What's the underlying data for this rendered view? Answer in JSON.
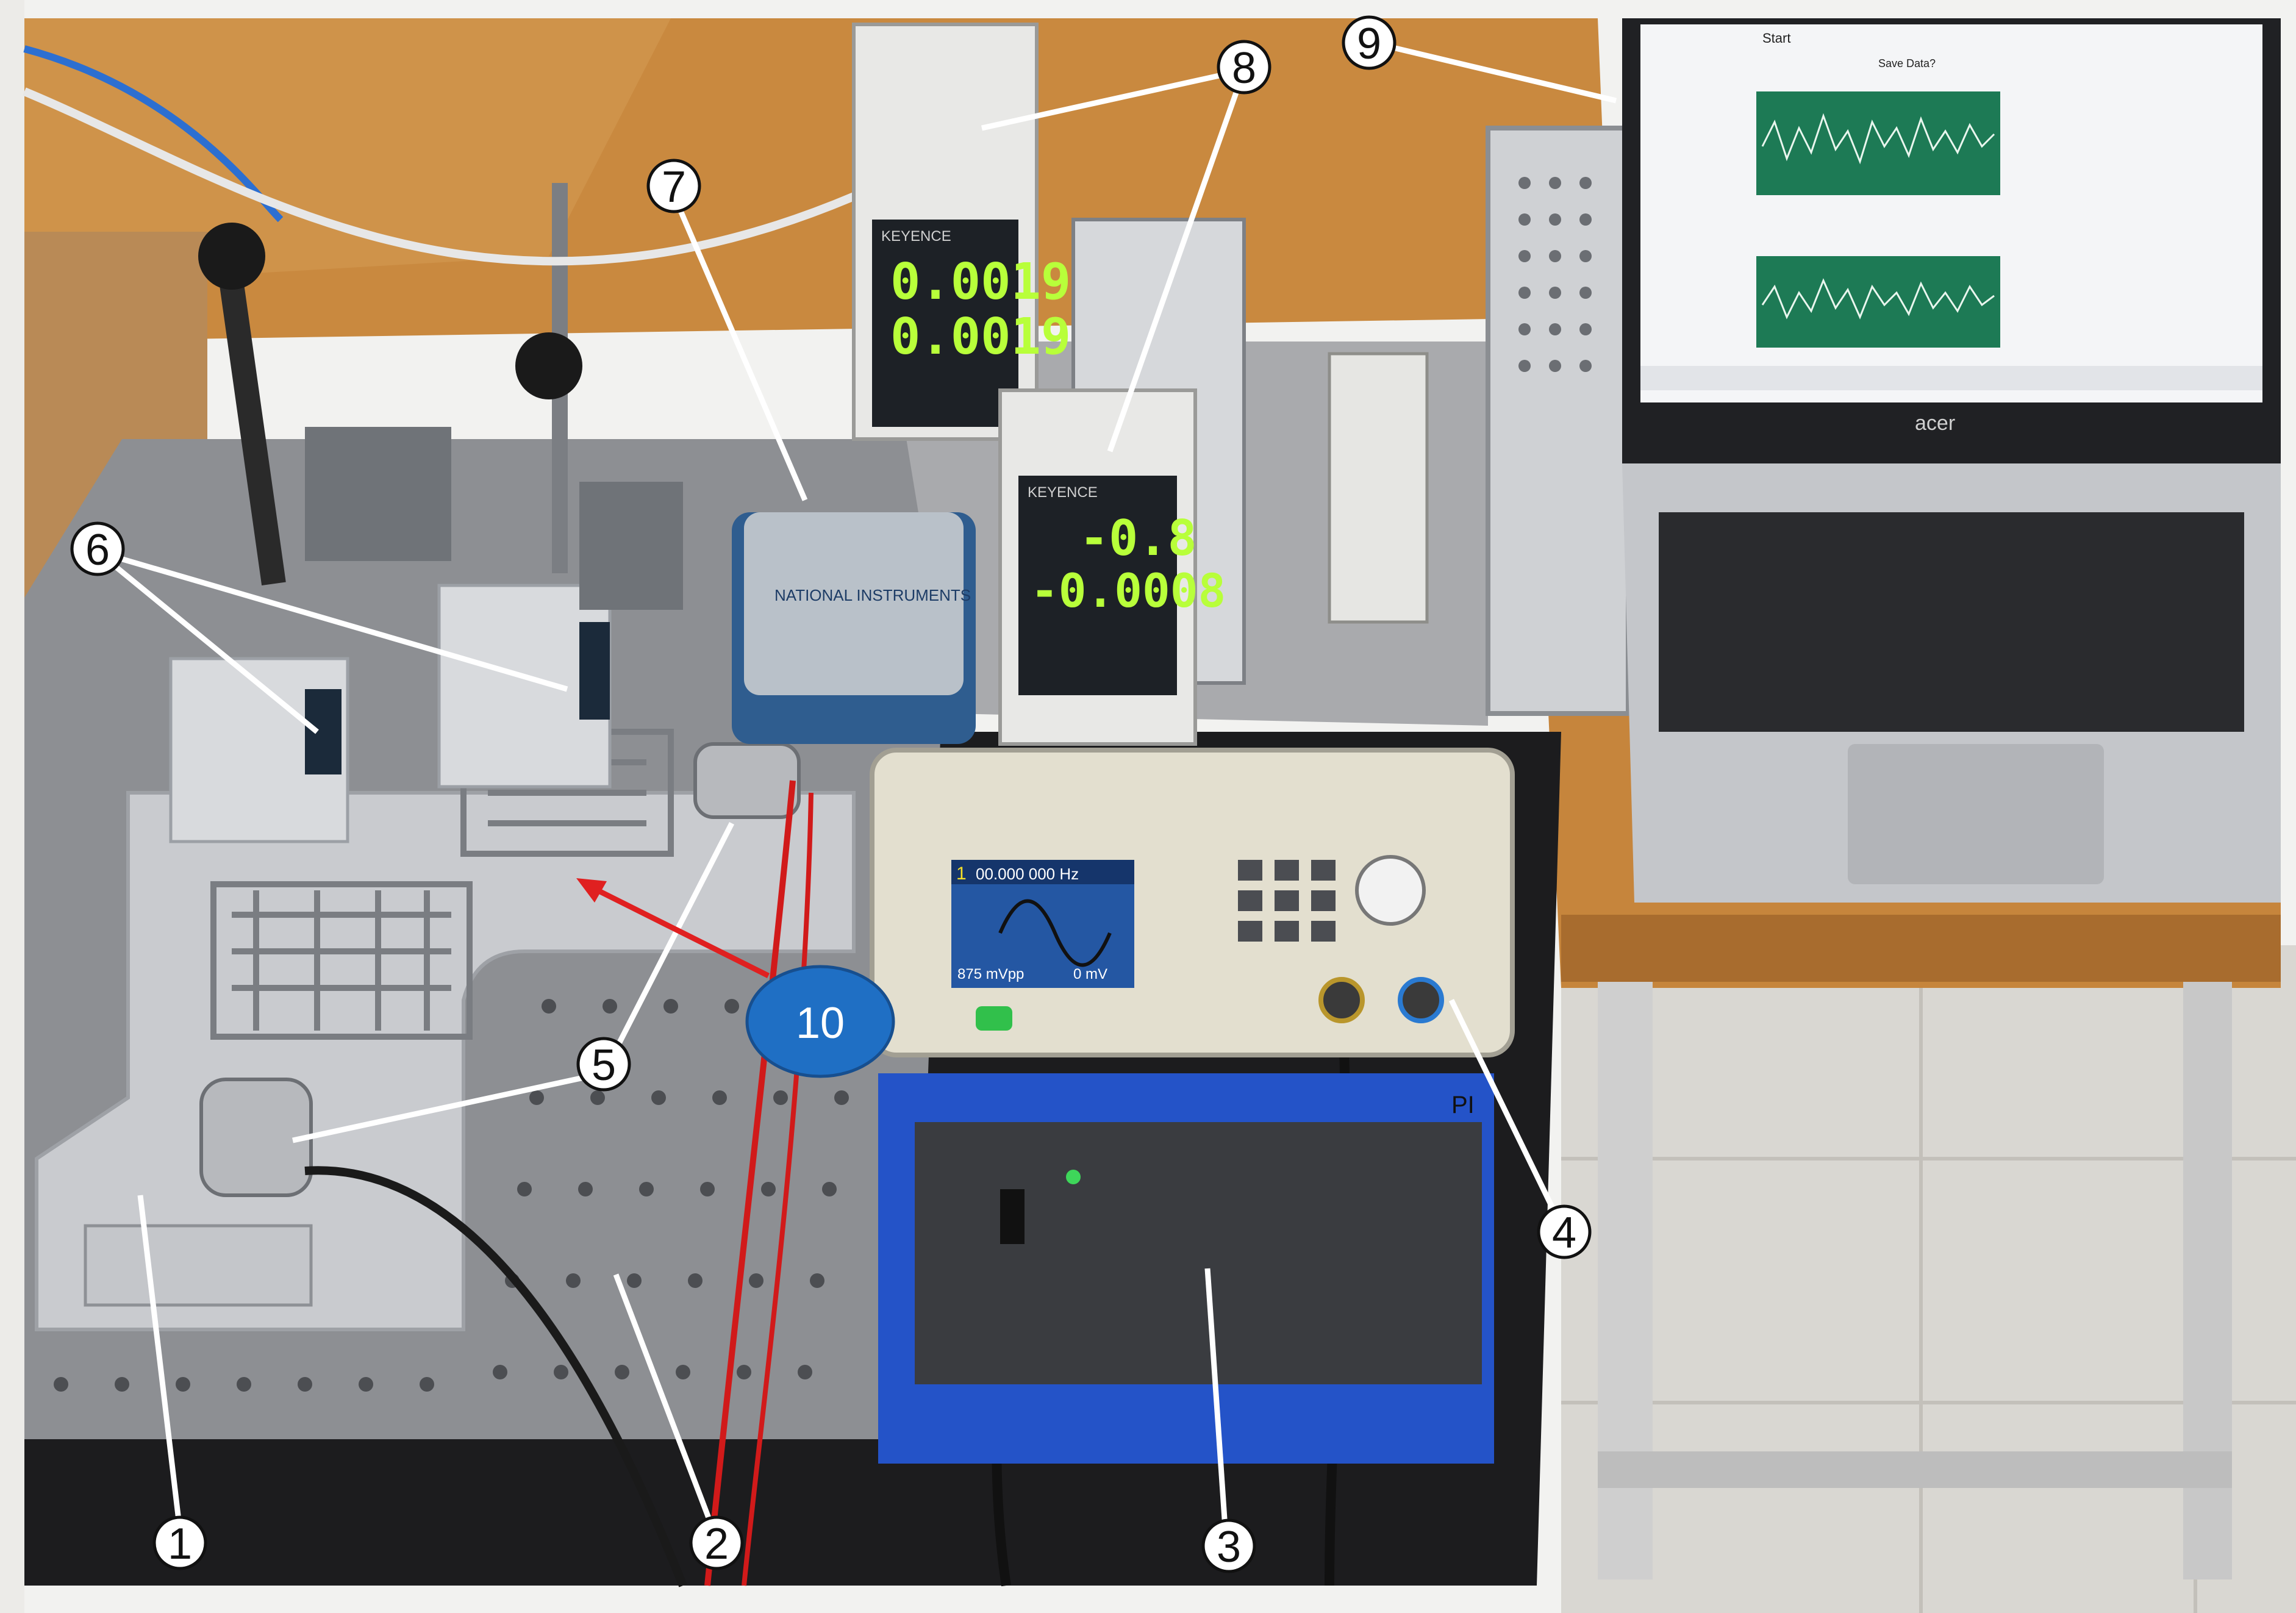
{
  "callouts": [
    {
      "label": "1"
    },
    {
      "label": "2"
    },
    {
      "label": "3"
    },
    {
      "label": "4"
    },
    {
      "label": "5"
    },
    {
      "label": "6"
    },
    {
      "label": "7"
    },
    {
      "label": "8"
    },
    {
      "label": "9"
    },
    {
      "label": "10"
    }
  ],
  "displays": {
    "meter_top_line1": "0.0019",
    "meter_top_line2": "0.0019",
    "meter_bottom_line1": "-0.8",
    "meter_bottom_line2": "-0.0008",
    "generator_freq": "00.000 000 Hz",
    "generator_amp": "875 mVpp",
    "generator_offset": "0 mV",
    "generator_channel": "1",
    "meter_brand": "KEYENCE",
    "daq_brand": "NATIONAL INSTRUMENTS",
    "laptop_brand": "acer",
    "rack_brand": "PI",
    "screen_start": "Start",
    "screen_save": "Save Data?"
  },
  "colors": {
    "callout_circle": "#ffffff",
    "callout_10_fill": "#1f6fc4",
    "arrow_red": "#e02020",
    "lcd_green": "#b8ff3a",
    "plot_green": "#1d7a55"
  }
}
